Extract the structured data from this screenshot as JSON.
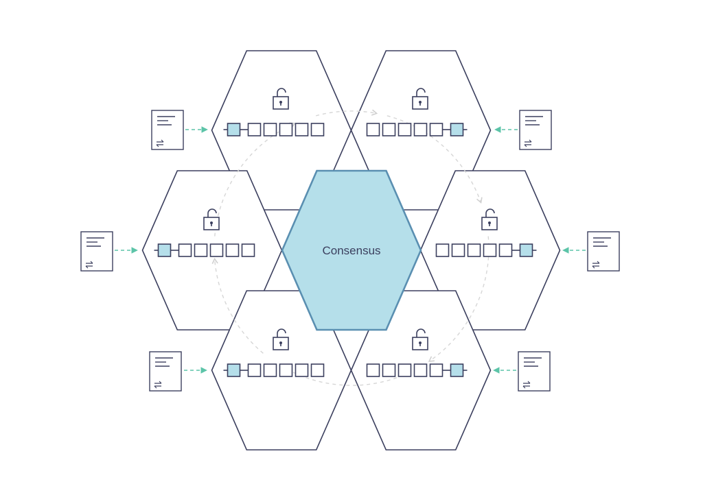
{
  "center": {
    "label": "Consensus"
  },
  "colors": {
    "stroke": "#3b3f5e",
    "accent_fill": "#b5dfea",
    "accent_stroke": "#5a8fb1",
    "arrow": "#5cc4a8",
    "ring": "#d6d6d6",
    "text": "#3b3f5e"
  },
  "nodes": [
    {
      "name": "top-left",
      "lock": "padlock-icon",
      "chain_blocks": 6,
      "new_block_side": "left"
    },
    {
      "name": "top-right",
      "lock": "padlock-icon",
      "chain_blocks": 6,
      "new_block_side": "right"
    },
    {
      "name": "left",
      "lock": "padlock-icon",
      "chain_blocks": 6,
      "new_block_side": "left"
    },
    {
      "name": "right",
      "lock": "padlock-icon",
      "chain_blocks": 6,
      "new_block_side": "right"
    },
    {
      "name": "bottom-left",
      "lock": "padlock-icon",
      "chain_blocks": 6,
      "new_block_side": "left"
    },
    {
      "name": "bottom-right",
      "lock": "padlock-icon",
      "chain_blocks": 6,
      "new_block_side": "right"
    }
  ],
  "transaction_icon": "document-icon",
  "ring_icon": "circular-dashed-arrows"
}
